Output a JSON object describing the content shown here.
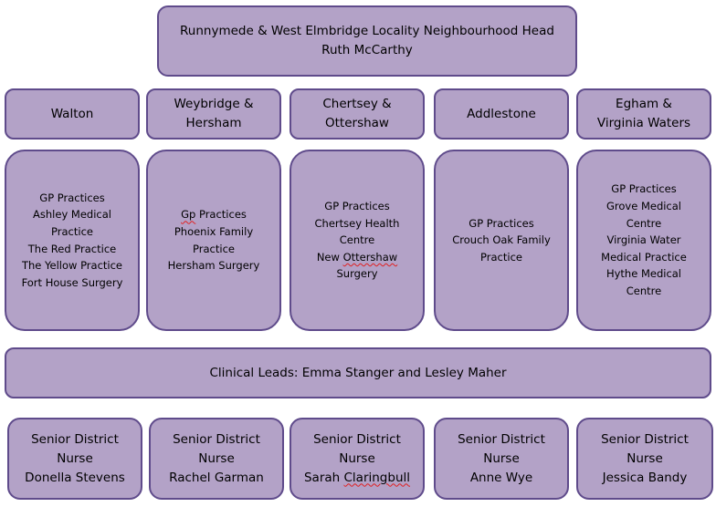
{
  "head": {
    "title": "Runnymede & West Elmbridge Locality Neighbourhood Head",
    "name": "Ruth McCarthy"
  },
  "localities": [
    {
      "lines": [
        "Walton"
      ]
    },
    {
      "lines": [
        "Weybridge &",
        "Hersham"
      ]
    },
    {
      "lines": [
        "Chertsey &",
        "Ottershaw"
      ]
    },
    {
      "lines": [
        "Addlestone"
      ]
    },
    {
      "lines": [
        "Egham &",
        "Virginia Waters"
      ]
    }
  ],
  "practices": [
    {
      "lines": [
        "GP Practices",
        "Ashley Medical",
        "Practice",
        "The Red Practice",
        "The Yellow Practice",
        "Fort House Surgery"
      ]
    },
    {
      "lines_rich": [
        [
          "",
          "Gp",
          " Practices"
        ],
        [
          "Phoenix Family"
        ],
        [
          "Practice"
        ],
        [
          "Hersham Surgery"
        ]
      ]
    },
    {
      "lines_rich": [
        [
          "GP Practices"
        ],
        [
          "Chertsey Health"
        ],
        [
          "Centre"
        ],
        [
          "New ",
          "Ottershaw",
          ""
        ],
        [
          "Surgery"
        ]
      ]
    },
    {
      "lines": [
        "GP Practices",
        "Crouch Oak Family",
        "Practice"
      ]
    },
    {
      "lines": [
        "GP Practices",
        "Grove Medical",
        "Centre",
        "Virginia Water",
        "Medical Practice",
        "Hythe Medical",
        "Centre"
      ]
    }
  ],
  "clinical_leads": "Clinical Leads: Emma Stanger and Lesley Maher",
  "nurses": [
    {
      "lines": [
        "Senior District",
        "Nurse",
        "Donella Stevens"
      ]
    },
    {
      "lines": [
        "Senior District",
        "Nurse",
        "Rachel Garman"
      ]
    },
    {
      "lines_rich": [
        [
          "Senior District"
        ],
        [
          "Nurse"
        ],
        [
          "Sarah ",
          "Claringbull",
          ""
        ]
      ]
    },
    {
      "lines": [
        "Senior District",
        "Nurse",
        "Anne Wye"
      ]
    },
    {
      "lines": [
        "Senior District",
        "Nurse",
        "Jessica Bandy"
      ]
    }
  ],
  "colors": {
    "box_fill": "#b3a2c7",
    "box_border": "#5f4b8b",
    "spellcheck_underline": "#e02020"
  }
}
